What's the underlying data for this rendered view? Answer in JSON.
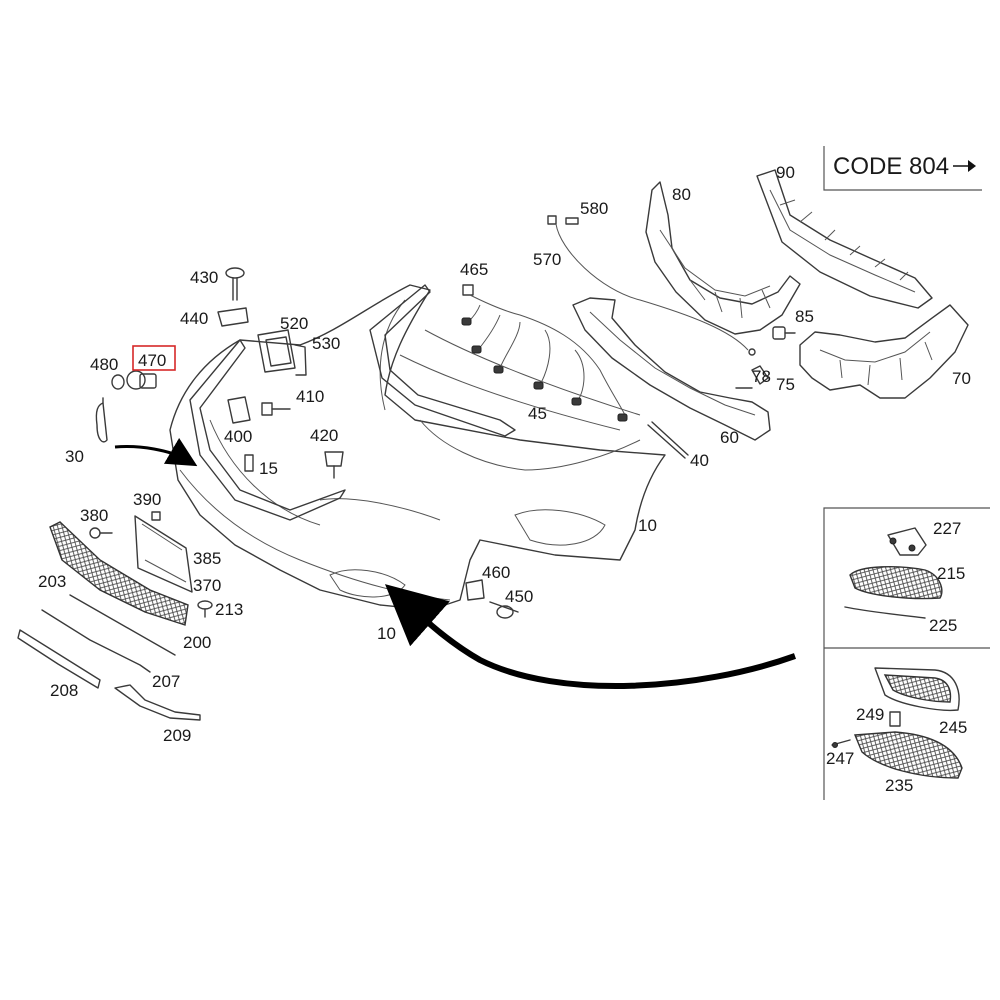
{
  "code_box": {
    "label": "CODE 804"
  },
  "highlight": {
    "label": "470"
  },
  "labels": {
    "l90": "90",
    "l80": "80",
    "l580": "580",
    "l570": "570",
    "l465": "465",
    "l85": "85",
    "l78": "78",
    "l75": "75",
    "l70": "70",
    "l60": "60",
    "l40": "40",
    "l45": "45",
    "l10a": "10",
    "l10b": "10",
    "l430": "430",
    "l440": "440",
    "l520": "520",
    "l530": "530",
    "l480": "480",
    "l410": "410",
    "l400": "400",
    "l420": "420",
    "l15": "15",
    "l30": "30",
    "l390": "390",
    "l380": "380",
    "l385": "385",
    "l370": "370",
    "l213": "213",
    "l203": "203",
    "l200": "200",
    "l207": "207",
    "l208": "208",
    "l209": "209",
    "l460": "460",
    "l450": "450",
    "l227": "227",
    "l215": "215",
    "l225": "225",
    "l249": "249",
    "l245": "245",
    "l247": "247",
    "l235": "235"
  }
}
